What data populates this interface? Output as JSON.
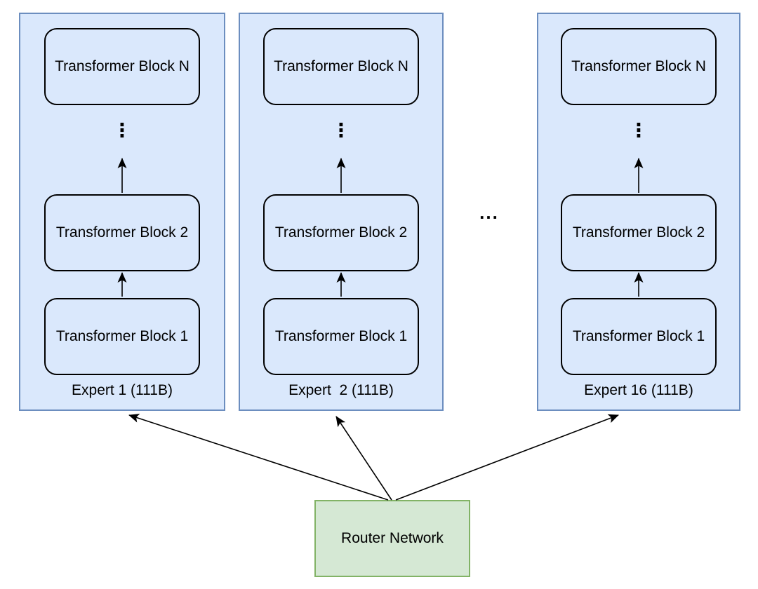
{
  "experts": [
    {
      "label": "Expert 1 (111B)",
      "block_top": "Transformer Block N",
      "block_mid": "Transformer Block 2",
      "block_bottom": "Transformer Block 1",
      "dots": "⋮"
    },
    {
      "label": "Expert  2 (111B)",
      "block_top": "Transformer Block N",
      "block_mid": "Transformer Block 2",
      "block_bottom": "Transformer Block 1",
      "dots": "⋮"
    },
    {
      "label": "Expert 16 (111B)",
      "block_top": "Transformer Block N",
      "block_mid": "Transformer Block 2",
      "block_bottom": "Transformer Block 1",
      "dots": "⋮"
    }
  ],
  "ellipsis": "...",
  "router": {
    "label": "Router Network"
  },
  "colors": {
    "expert_fill": "#dae8fc",
    "expert_border": "#6c8ebf",
    "block_fill": "#dae8fc",
    "block_border": "#000000",
    "router_fill": "#d5e8d4",
    "router_border": "#82b366",
    "arrow": "#000000"
  }
}
